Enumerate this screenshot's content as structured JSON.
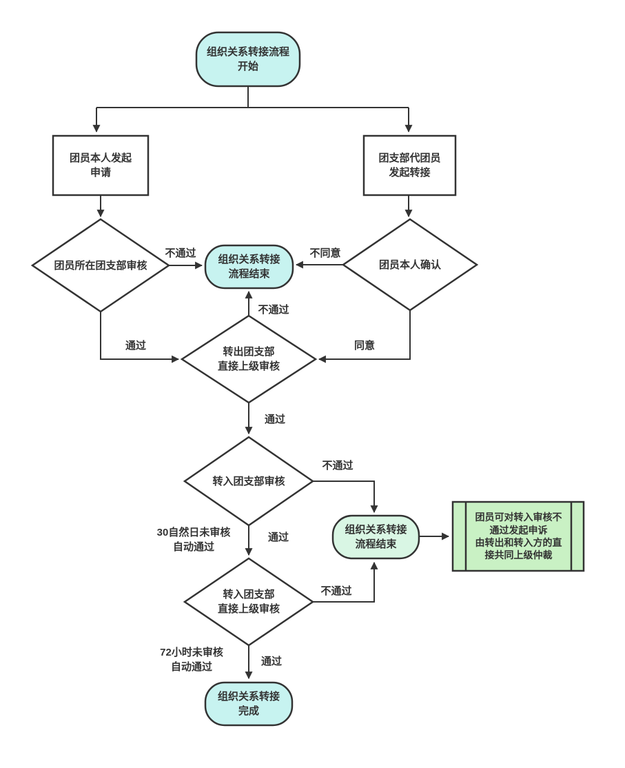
{
  "diagram": {
    "colors": {
      "background": "#ffffff",
      "stroke": "#333333",
      "text": "#333333",
      "terminator_cyan": "#c7f3f0",
      "terminator_green": "#d9f6e4",
      "appeal_green": "#c9f1c4",
      "process_white": "#ffffff"
    },
    "nodes": {
      "start": {
        "type": "terminator",
        "lines": [
          "组织关系转接流程",
          "开始"
        ]
      },
      "member_apply": {
        "type": "process",
        "lines": [
          "团员本人发起",
          "申请"
        ]
      },
      "branch_apply": {
        "type": "process",
        "lines": [
          "团支部代团员",
          "发起转接"
        ]
      },
      "member_branch_review": {
        "type": "decision",
        "lines": [
          "团员所在团支部审核"
        ]
      },
      "end_mid": {
        "type": "terminator",
        "lines": [
          "组织关系转接",
          "流程结束"
        ]
      },
      "member_confirm": {
        "type": "decision",
        "lines": [
          "团员本人确认"
        ]
      },
      "out_superior_review": {
        "type": "decision",
        "lines": [
          "转出团支部",
          "直接上级审核"
        ]
      },
      "in_branch_review": {
        "type": "decision",
        "lines": [
          "转入团支部审核"
        ]
      },
      "end_right": {
        "type": "terminator",
        "lines": [
          "组织关系转接",
          "流程结束"
        ]
      },
      "appeal_box": {
        "type": "predefined-process",
        "lines": [
          "团员可对转入审核不",
          "通过发起申诉",
          "由转出和转入方的直",
          "接共同上级仲裁"
        ]
      },
      "in_superior_review": {
        "type": "decision",
        "lines": [
          "转入团支部",
          "直接上级审核"
        ]
      },
      "end_final": {
        "type": "terminator",
        "lines": [
          "组织关系转接",
          "完成"
        ]
      }
    },
    "edge_labels": {
      "branch_review_fail": "不通过",
      "member_confirm_disagree": "不同意",
      "out_superior_fail": "不通过",
      "branch_review_pass": "通过",
      "member_confirm_agree": "同意",
      "out_superior_pass": "通过",
      "in_branch_fail": "不通过",
      "in_branch_pass": "通过",
      "in_superior_fail": "不通过",
      "in_superior_pass": "通过"
    },
    "annotations": {
      "auto30": {
        "lines": [
          "30自然日未审核",
          "自动通过"
        ]
      },
      "auto72": {
        "lines": [
          "72小时未审核",
          "自动通过"
        ]
      }
    }
  }
}
